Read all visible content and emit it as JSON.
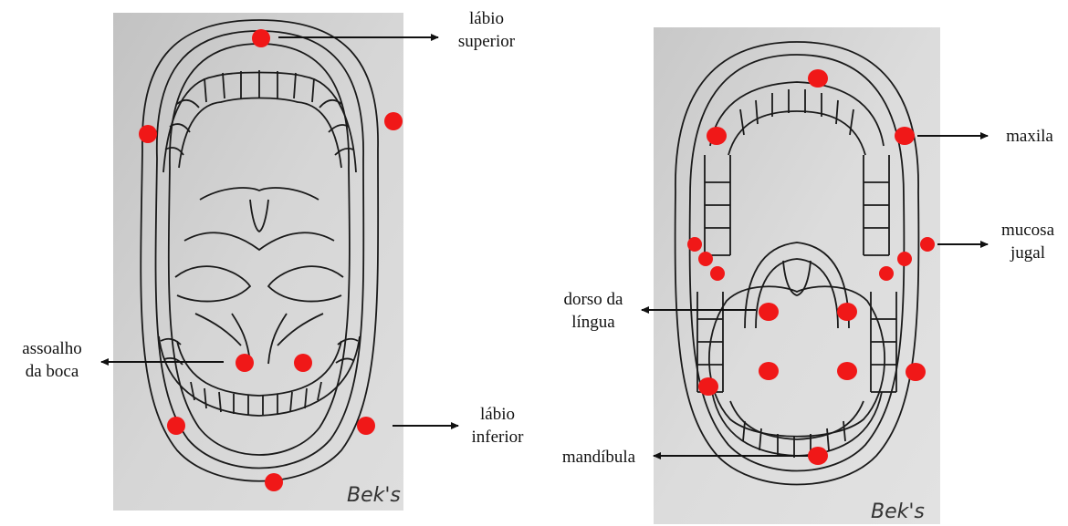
{
  "labels": {
    "labio_superior": [
      "lábio",
      "superior"
    ],
    "labio_inferior": [
      "lábio",
      "inferior"
    ],
    "assoalho_da_boca": [
      "assoalho",
      "da boca"
    ],
    "maxila": "maxila",
    "mucosa_jugal": [
      "mucosa",
      "jugal"
    ],
    "dorso_da_lingua": [
      "dorso da",
      "língua"
    ],
    "mandibula": "mandíbula"
  },
  "signatures": {
    "left": "Bek's",
    "right": "Bek's"
  },
  "colors": {
    "marker": "#f01818",
    "ink": "#1a1a1a",
    "paper_left": "#cfcfcf",
    "paper_right": "#d8d8d8"
  }
}
